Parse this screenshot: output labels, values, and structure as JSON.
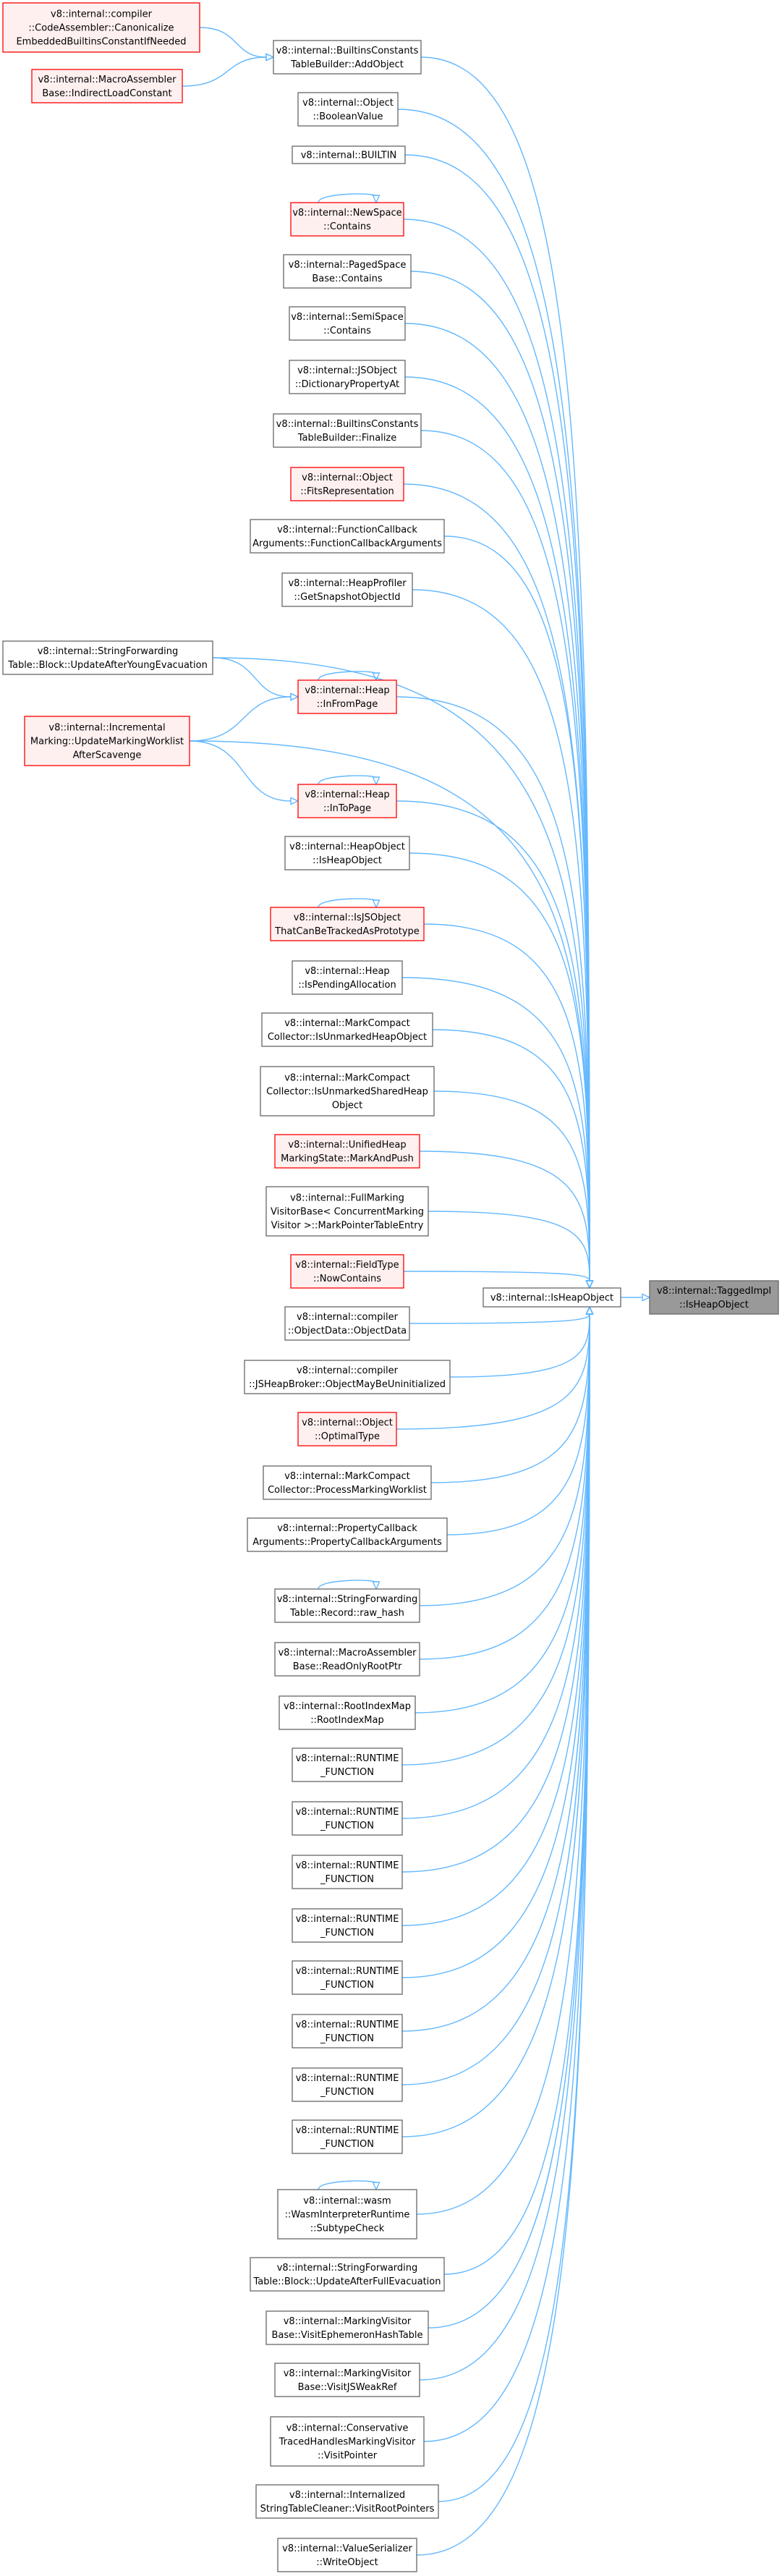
{
  "graph": {
    "root": {
      "id": "root",
      "lines": [
        "v8::internal::TaggedImpl",
        "::IsHeapObject"
      ],
      "style": "root"
    },
    "mid": {
      "id": "mid",
      "lines": [
        "v8::internal::IsHeapObject"
      ],
      "style": "mid"
    },
    "callers": [
      {
        "id": "n_addobj",
        "lines": [
          "v8::internal::BuiltinsConstants",
          "TableBuilder::AddObject"
        ],
        "style": "plain"
      },
      {
        "id": "n_canon",
        "lines": [
          "v8::internal::compiler",
          "::CodeAssembler::Canonicalize",
          "EmbeddedBuiltinsConstantIfNeeded"
        ],
        "style": "red"
      },
      {
        "id": "n_indirect",
        "lines": [
          "v8::internal::MacroAssembler",
          "Base::IndirectLoadConstant"
        ],
        "style": "red"
      },
      {
        "id": "n_boolval",
        "lines": [
          "v8::internal::Object",
          "::BooleanValue"
        ],
        "style": "plain"
      },
      {
        "id": "n_builtin",
        "lines": [
          "v8::internal::BUILTIN"
        ],
        "style": "plain"
      },
      {
        "id": "n_newspace",
        "lines": [
          "v8::internal::NewSpace",
          "::Contains"
        ],
        "style": "red",
        "self": true
      },
      {
        "id": "n_paged",
        "lines": [
          "v8::internal::PagedSpace",
          "Base::Contains"
        ],
        "style": "plain"
      },
      {
        "id": "n_semi",
        "lines": [
          "v8::internal::SemiSpace",
          "::Contains"
        ],
        "style": "plain"
      },
      {
        "id": "n_dictprop",
        "lines": [
          "v8::internal::JSObject",
          "::DictionaryPropertyAt"
        ],
        "style": "plain"
      },
      {
        "id": "n_finalize",
        "lines": [
          "v8::internal::BuiltinsConstants",
          "TableBuilder::Finalize"
        ],
        "style": "plain"
      },
      {
        "id": "n_fitsrep",
        "lines": [
          "v8::internal::Object",
          "::FitsRepresentation"
        ],
        "style": "red"
      },
      {
        "id": "n_funccb",
        "lines": [
          "v8::internal::FunctionCallback",
          "Arguments::FunctionCallbackArguments"
        ],
        "style": "plain"
      },
      {
        "id": "n_snapshot",
        "lines": [
          "v8::internal::HeapProfiler",
          "::GetSnapshotObjectId"
        ],
        "style": "plain"
      },
      {
        "id": "n_sfyoung",
        "lines": [
          "v8::internal::StringForwarding",
          "Table::Block::UpdateAfterYoungEvacuation"
        ],
        "style": "plain"
      },
      {
        "id": "n_infrom",
        "lines": [
          "v8::internal::Heap",
          "::InFromPage"
        ],
        "style": "red",
        "self": true
      },
      {
        "id": "n_incmark",
        "lines": [
          "v8::internal::Incremental",
          "Marking::UpdateMarkingWorklist",
          "AfterScavenge"
        ],
        "style": "red"
      },
      {
        "id": "n_into",
        "lines": [
          "v8::internal::Heap",
          "::InToPage"
        ],
        "style": "red",
        "self": true
      },
      {
        "id": "n_hoisheap",
        "lines": [
          "v8::internal::HeapObject",
          "::IsHeapObject"
        ],
        "style": "plain"
      },
      {
        "id": "n_isjsobj",
        "lines": [
          "v8::internal::IsJSObject",
          "ThatCanBeTrackedAsPrototype"
        ],
        "style": "red",
        "self": true
      },
      {
        "id": "n_pending",
        "lines": [
          "v8::internal::Heap",
          "::IsPendingAllocation"
        ],
        "style": "plain"
      },
      {
        "id": "n_unmarked",
        "lines": [
          "v8::internal::MarkCompact",
          "Collector::IsUnmarkedHeapObject"
        ],
        "style": "plain"
      },
      {
        "id": "n_unmshared",
        "lines": [
          "v8::internal::MarkCompact",
          "Collector::IsUnmarkedSharedHeap",
          "Object"
        ],
        "style": "plain"
      },
      {
        "id": "n_unified",
        "lines": [
          "v8::internal::UnifiedHeap",
          "MarkingState::MarkAndPush"
        ],
        "style": "red"
      },
      {
        "id": "n_fullmark",
        "lines": [
          "v8::internal::FullMarking",
          "VisitorBase< ConcurrentMarking",
          "Visitor >::MarkPointerTableEntry"
        ],
        "style": "plain"
      },
      {
        "id": "n_fieldtype",
        "lines": [
          "v8::internal::FieldType",
          "::NowContains"
        ],
        "style": "red"
      },
      {
        "id": "n_objdata",
        "lines": [
          "v8::internal::compiler",
          "::ObjectData::ObjectData"
        ],
        "style": "plain"
      },
      {
        "id": "n_maybeuninit",
        "lines": [
          "v8::internal::compiler",
          "::JSHeapBroker::ObjectMayBeUninitialized"
        ],
        "style": "plain"
      },
      {
        "id": "n_optimal",
        "lines": [
          "v8::internal::Object",
          "::OptimalType"
        ],
        "style": "red"
      },
      {
        "id": "n_procwork",
        "lines": [
          "v8::internal::MarkCompact",
          "Collector::ProcessMarkingWorklist"
        ],
        "style": "plain"
      },
      {
        "id": "n_propcb",
        "lines": [
          "v8::internal::PropertyCallback",
          "Arguments::PropertyCallbackArguments"
        ],
        "style": "plain"
      },
      {
        "id": "n_rawhash",
        "lines": [
          "v8::internal::StringForwarding",
          "Table::Record::raw_hash"
        ],
        "style": "plain",
        "self": true
      },
      {
        "id": "n_readonly",
        "lines": [
          "v8::internal::MacroAssembler",
          "Base::ReadOnlyRootPtr"
        ],
        "style": "plain"
      },
      {
        "id": "n_rootidx",
        "lines": [
          "v8::internal::RootIndexMap",
          "::RootIndexMap"
        ],
        "style": "plain"
      },
      {
        "id": "n_rt1",
        "lines": [
          "v8::internal::RUNTIME",
          "_FUNCTION"
        ],
        "style": "plain"
      },
      {
        "id": "n_rt2",
        "lines": [
          "v8::internal::RUNTIME",
          "_FUNCTION"
        ],
        "style": "plain"
      },
      {
        "id": "n_rt3",
        "lines": [
          "v8::internal::RUNTIME",
          "_FUNCTION"
        ],
        "style": "plain"
      },
      {
        "id": "n_rt4",
        "lines": [
          "v8::internal::RUNTIME",
          "_FUNCTION"
        ],
        "style": "plain"
      },
      {
        "id": "n_rt5",
        "lines": [
          "v8::internal::RUNTIME",
          "_FUNCTION"
        ],
        "style": "plain"
      },
      {
        "id": "n_rt6",
        "lines": [
          "v8::internal::RUNTIME",
          "_FUNCTION"
        ],
        "style": "plain"
      },
      {
        "id": "n_rt7",
        "lines": [
          "v8::internal::RUNTIME",
          "_FUNCTION"
        ],
        "style": "plain"
      },
      {
        "id": "n_rt8",
        "lines": [
          "v8::internal::RUNTIME",
          "_FUNCTION"
        ],
        "style": "plain"
      },
      {
        "id": "n_wasm",
        "lines": [
          "v8::internal::wasm",
          "::WasmInterpreterRuntime",
          "::SubtypeCheck"
        ],
        "style": "plain",
        "self": true
      },
      {
        "id": "n_sffull",
        "lines": [
          "v8::internal::StringForwarding",
          "Table::Block::UpdateAfterFullEvacuation"
        ],
        "style": "plain"
      },
      {
        "id": "n_ephemeron",
        "lines": [
          "v8::internal::MarkingVisitor",
          "Base::VisitEphemeronHashTable"
        ],
        "style": "plain"
      },
      {
        "id": "n_jsweak",
        "lines": [
          "v8::internal::MarkingVisitor",
          "Base::VisitJSWeakRef"
        ],
        "style": "plain"
      },
      {
        "id": "n_conserv",
        "lines": [
          "v8::internal::Conservative",
          "TracedHandlesMarkingVisitor",
          "::VisitPointer"
        ],
        "style": "plain"
      },
      {
        "id": "n_internalized",
        "lines": [
          "v8::internal::Internalized",
          "StringTableCleaner::VisitRootPointers"
        ],
        "style": "plain"
      },
      {
        "id": "n_valser",
        "lines": [
          "v8::internal::ValueSerializer",
          "::WriteObject"
        ],
        "style": "plain"
      }
    ],
    "side_edges": [
      {
        "from": "n_canon",
        "to": "n_addobj"
      },
      {
        "from": "n_indirect",
        "to": "n_addobj"
      },
      {
        "from": "n_sfyoung",
        "to": "n_infrom"
      },
      {
        "from": "n_incmark",
        "to": "n_infrom"
      },
      {
        "from": "n_incmark",
        "to": "n_into"
      }
    ],
    "colors": {
      "edge": "#63b8ff",
      "red_border": "#ff0000",
      "red_fill": "#fff0f0",
      "root_fill": "#999999",
      "border": "#666666"
    }
  }
}
